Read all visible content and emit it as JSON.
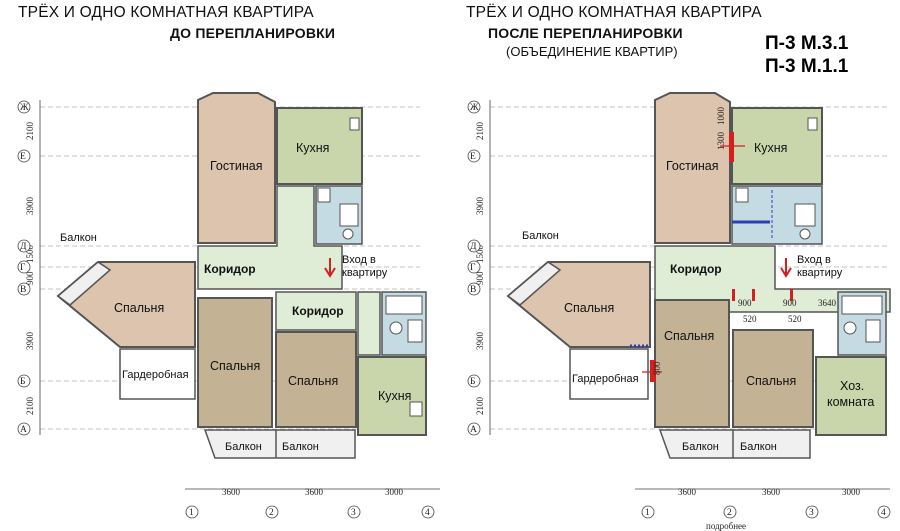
{
  "left": {
    "title": "ТРЁХ И ОДНО КОМНАТНАЯ КВАРТИРА",
    "subtitle": "ДО ПЕРЕПЛАНИРОВКИ",
    "rooms": {
      "living": "Гостиная",
      "kitchen_top": "Кухня",
      "corridor_main": "Коридор",
      "corridor_small": "Коридор",
      "bedroom_left": "Спальня",
      "bedroom_mid": "Спальня",
      "bedroom_right": "Спальня",
      "kitchen_bottom": "Кухня",
      "wardrobe": "Гардеробная",
      "balcony_left": "Балкон",
      "balcony_b1": "Балкон",
      "balcony_b2": "Балкон"
    },
    "entrance_line1": "Вход в",
    "entrance_line2": "квартиру",
    "dims_bottom": [
      "3600",
      "3600",
      "3000"
    ],
    "dims_side": [
      "2100",
      "3900",
      "1500",
      "900",
      "3900",
      "2100"
    ],
    "axes_letters": [
      "Ж",
      "Е",
      "Д",
      "Г",
      "В",
      "Б",
      "А"
    ],
    "axes_numbers": [
      "1",
      "2",
      "3",
      "4"
    ]
  },
  "right": {
    "title": "ТРЁХ И ОДНО КОМНАТНАЯ КВАРТИРА",
    "subtitle": "ПОСЛЕ ПЕРЕПЛАНИРОВКИ",
    "subtitle2": "(ОБЪЕДИНЕНИЕ КВАРТИР)",
    "codes": [
      "П-3 М.3.1",
      "П-3 М.1.1"
    ],
    "rooms": {
      "living": "Гостиная",
      "kitchen": "Кухня",
      "corridor": "Коридор",
      "bedroom_left": "Спальня",
      "bedroom_mid": "Спальня",
      "bedroom_right": "Спальня",
      "storage_line1": "Хоз.",
      "storage_line2": "комната",
      "wardrobe": "Гардеробная",
      "balcony_left": "Балкон",
      "balcony_b1": "Балкон",
      "balcony_b2": "Балкон"
    },
    "entrance_line1": "Вход в",
    "entrance_line2": "квартиру",
    "dims_inner": [
      "1000",
      "1300",
      "900",
      "900",
      "520",
      "520",
      "3640",
      "800"
    ],
    "dims_bottom": [
      "3600",
      "3600",
      "3000"
    ],
    "dims_side": [
      "2100",
      "3900",
      "1500",
      "900",
      "3900",
      "2100"
    ],
    "axes_letters": [
      "Ж",
      "Е",
      "Д",
      "Г",
      "В",
      "Б",
      "А"
    ],
    "axes_numbers": [
      "1",
      "2",
      "3",
      "4"
    ],
    "footer": "подробнее"
  },
  "colors": {
    "living": "#dcc4ae",
    "kitchen": "#c9d6ab",
    "corridor": "#dfecd6",
    "bedroom": "#c3b394",
    "wet": "#c5dbe3",
    "wall": "#555555",
    "demolish": "#d42020",
    "new_wall": "#2d3fb5"
  }
}
